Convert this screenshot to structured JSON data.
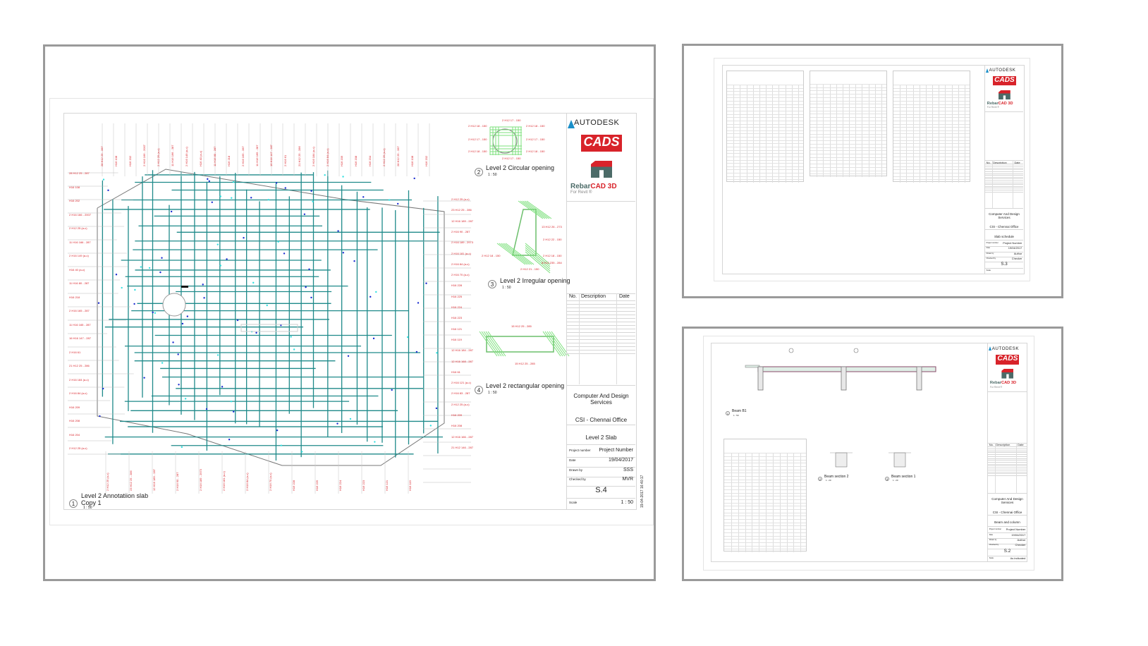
{
  "main_sheet": {
    "views": [
      {
        "number": "1",
        "title": "Level 2 Annotatiion slab",
        "subtitle": "Copy 1",
        "scale": "1 : 50"
      },
      {
        "number": "2",
        "title": "Level 2 Circular opening",
        "scale": "1 : 50"
      },
      {
        "number": "3",
        "title": "Level 2 Irregular opening",
        "scale": "1 : 50"
      },
      {
        "number": "4",
        "title": "Level 2 rectangular opening",
        "scale": "1 : 50"
      }
    ],
    "rebar_labels_left": [
      "28 H12 25 - 287",
      "H16 108",
      "H16 202",
      "2 H16 166 - 2007",
      "2 H12 25 (a-c)",
      "11 H16 166 - 287",
      "2 H16 149 (a-c)",
      "H16 40 (a-c)",
      "11 H16 80 - 287",
      "H16 218",
      "2 H16 165 - 287",
      "11 H16 165 - 287",
      "16 H16 147 - 287",
      "2 H16 61",
      "21 H12 25 - 286",
      "2 H16 184 (a-c)",
      "2 H16 84 (a-c)",
      "H16 209",
      "H16 208",
      "H16 204",
      "2 H12 25 (a-c)"
    ],
    "rebar_labels_right": [
      "2 H12 25 (a-c)",
      "23 H12 25 - 286",
      "12 H16 189 - 287",
      "2 H16 90 - 287",
      "2 H16 189 - 2973",
      "2 H16 181 (a-c)",
      "2 H16 84 (a-c)",
      "2 H16 70 (a-c)",
      "H16 228",
      "H16 225",
      "H16 224",
      "H16 223",
      "H16 121",
      "H16 119",
      "12 H16 184 - 287",
      "12 H16 168 - 287",
      "H16 61",
      "2 H16 121 (a-c)",
      "2 H16 83 - 287",
      "2 H12 25 (a-c)",
      "H16 209",
      "H16 208",
      "12 H16 166 - 287",
      "21 H12 146 - 287"
    ],
    "circular_labels": [
      "2 H12 17 - 150",
      "2 H12 18 - 150",
      "2 H12 18 - 150",
      "2 H12 17 - 150",
      "2 H12 17 - 150",
      "2 H12 18 - 150",
      "2 H12 18 - 150",
      "2 H12 17 - 150"
    ],
    "irregular_labels": [
      "2 H12 18 - 150",
      "13 H12 26 - 273",
      "2 H12 22 - 150",
      "2 H12 18 - 150",
      "8 H12 235 - 284",
      "2 H12 21 - 150"
    ],
    "rect_labels": [
      "15 H12 25 - 285",
      "15 H12 25 - 285"
    ],
    "timestamp": "19-04-2017 16:40:17",
    "title_block": {
      "autodesk": "AUTODESK",
      "cads": "CADS",
      "rebar": "Rebar",
      "cad3d": "CAD 3D",
      "for_revit": "For Revit ®",
      "rev_headers": {
        "no": "No.",
        "description": "Description",
        "date": "Date"
      },
      "company": "Computer And Design Services",
      "office": "CSI - Chennai Office",
      "sheet_name": "Level 2 Slab",
      "project_number_label": "Project number",
      "project_number": "Project Number",
      "date_label": "Date",
      "date": "19/04/2017",
      "drawn_by_label": "Drawn by",
      "drawn_by": "SSS",
      "checked_by_label": "Checked by",
      "checked_by": "MVR",
      "sheet_number": "S.4",
      "scale_label": "Scale",
      "scale": "1 : 50"
    }
  },
  "schedule_sheet": {
    "title_block": {
      "autodesk": "AUTODESK",
      "cads": "CADS",
      "rebar": "Rebar",
      "cad3d": "CAD 3D",
      "for_revit": "For Revit ®",
      "rev_headers": {
        "no": "No.",
        "description": "Description",
        "date": "Date"
      },
      "company": "Computer And Design Services",
      "office": "CSI - Chennai Office",
      "sheet_name": "Slab schedule",
      "project_number_label": "Project number",
      "project_number": "Project Number",
      "date_label": "Date",
      "date": "19/04/2017",
      "drawn_by_label": "Drawn by",
      "drawn_by": "Author",
      "checked_by_label": "Checked by",
      "checked_by": "Checker",
      "sheet_number": "S.3",
      "scale_label": "Scale",
      "scale": ""
    }
  },
  "beam_sheet": {
    "views": [
      {
        "number": "1",
        "title": "Beam B1",
        "scale": "1 : 50"
      },
      {
        "number": "2",
        "title": "Beam section 2",
        "scale": "1 : 20"
      },
      {
        "number": "3",
        "title": "Beam section 1",
        "scale": "1 : 20"
      }
    ],
    "title_block": {
      "autodesk": "AUTODESK",
      "cads": "CADS",
      "rebar": "Rebar",
      "cad3d": "CAD 3D",
      "for_revit": "For Revit ®",
      "rev_headers": {
        "no": "No.",
        "description": "Description",
        "date": "Date"
      },
      "company": "Computer And Design Services",
      "office": "CSI - Chennai Office",
      "sheet_name": "Beam and column",
      "project_number_label": "Project number",
      "project_number": "Project Number",
      "date_label": "Date",
      "date": "19/04/2017",
      "drawn_by_label": "Drawn by",
      "drawn_by": "Author",
      "checked_by_label": "Checked by",
      "checked_by": "Checker",
      "sheet_number": "S.2",
      "scale_label": "Scale",
      "scale": "As indicated"
    }
  },
  "colors": {
    "sheet_border": "#9a9a9a",
    "rebar": "#1f8a8a",
    "label": "#d8232a",
    "cads_red": "#d8232a",
    "rc_green": "#4c6b68"
  }
}
